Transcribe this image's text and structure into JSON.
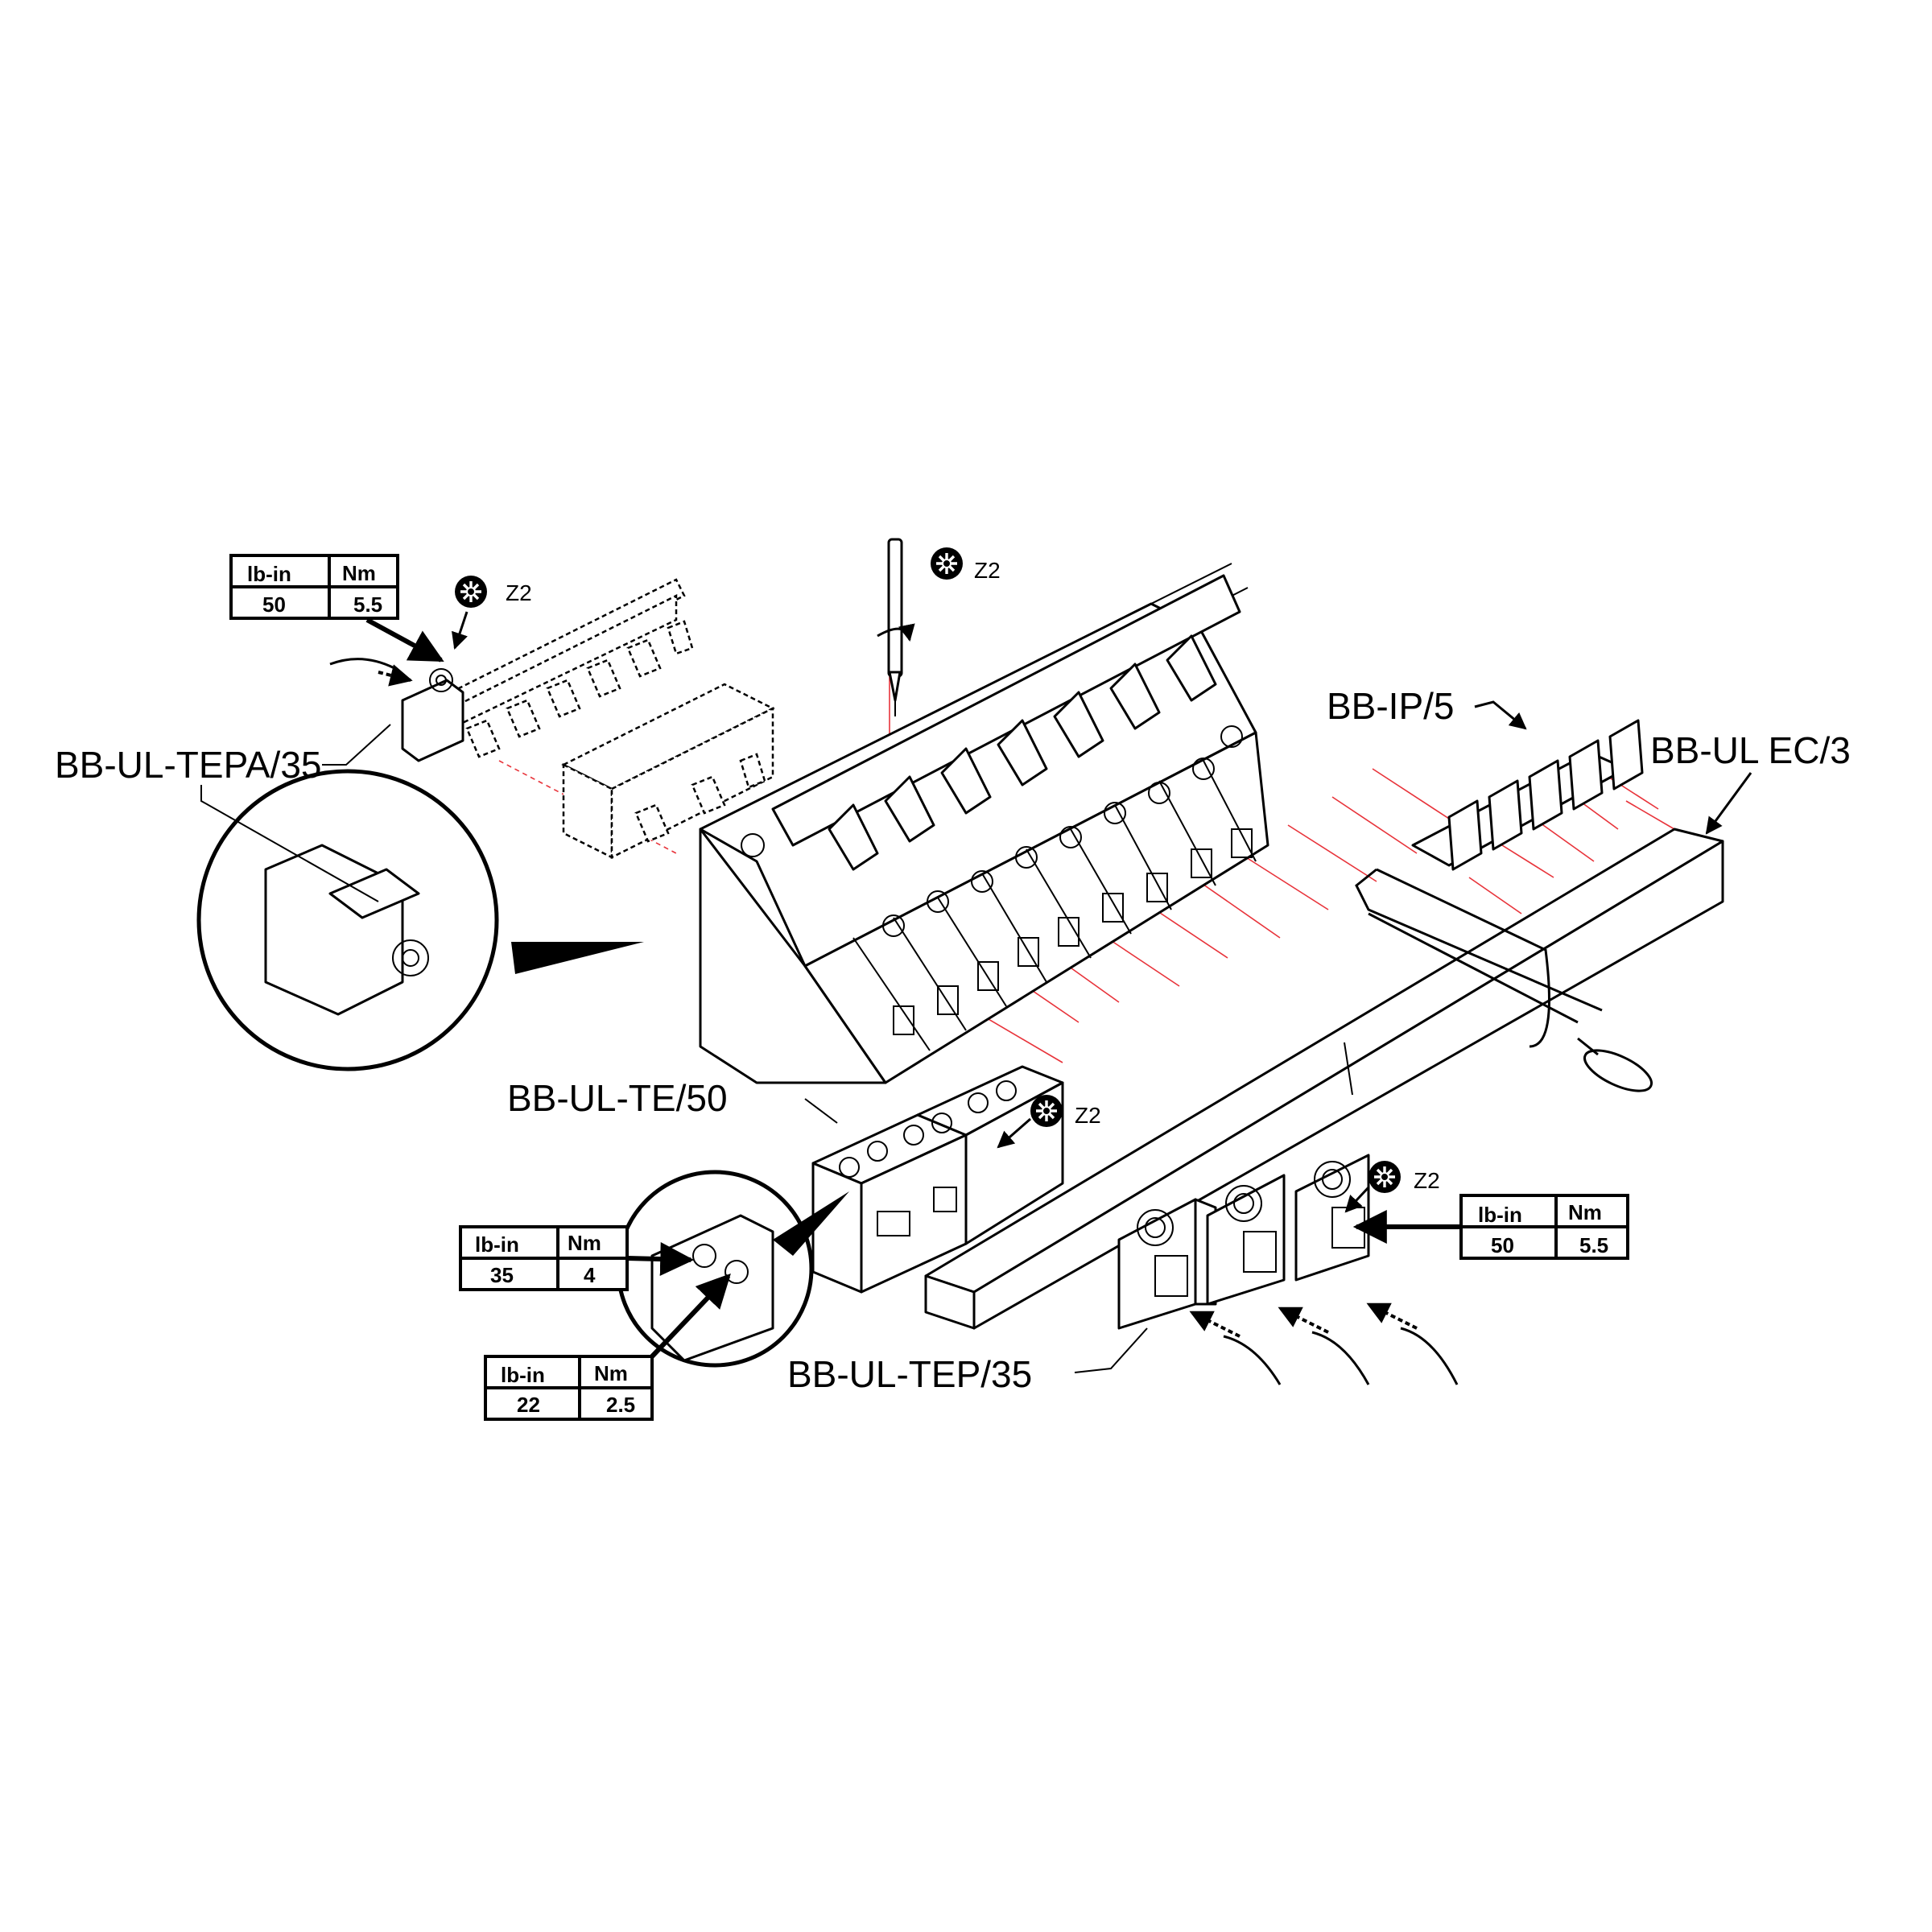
{
  "callouts": {
    "tepa": "BB-UL-TEPA/35",
    "te": "BB-UL-TE/50",
    "tep": "BB-UL-TEP/35",
    "ip": "BB-IP/5",
    "ec": "BB-UL EC/3"
  },
  "screwdriver_symbol": {
    "label": "Z2",
    "icon": "pozidriv-z2-icon"
  },
  "torque_tables": [
    {
      "unit_imperial": "lb-in",
      "unit_metric": "Nm",
      "value_imperial": "50",
      "value_metric": "5.5"
    },
    {
      "unit_imperial": "lb-in",
      "unit_metric": "Nm",
      "value_imperial": "35",
      "value_metric": "4"
    },
    {
      "unit_imperial": "lb-in",
      "unit_metric": "Nm",
      "value_imperial": "22",
      "value_metric": "2.5"
    },
    {
      "unit_imperial": "lb-in",
      "unit_metric": "Nm",
      "value_imperial": "50",
      "value_metric": "5.5"
    }
  ],
  "colors": {
    "line": "#000000",
    "alignment_guides": "#e8333a",
    "background": "#ffffff"
  }
}
